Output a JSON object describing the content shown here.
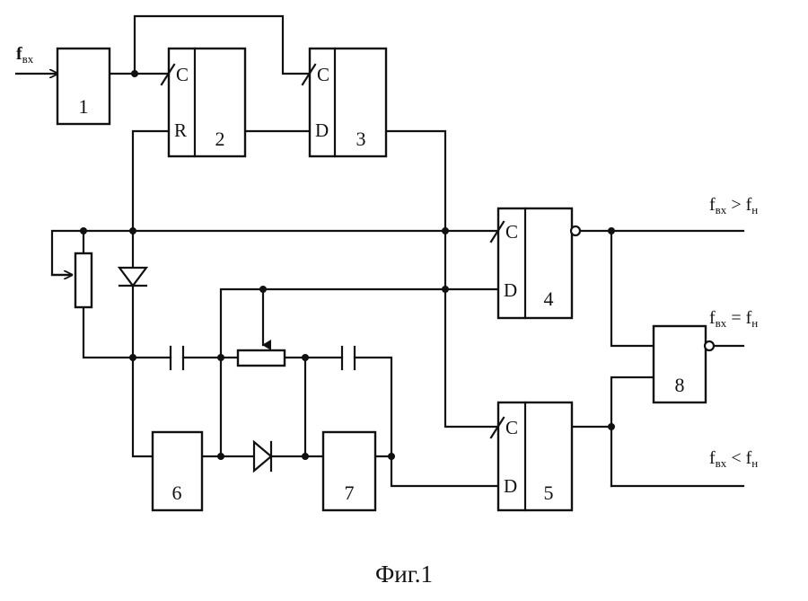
{
  "input": {
    "f": "f",
    "sub": "вх"
  },
  "outputs": [
    {
      "f1": "f",
      "sub1": "вх",
      "op": ">",
      "f2": "f",
      "sub2": "н"
    },
    {
      "f1": "f",
      "sub1": "вх",
      "op": "=",
      "f2": "f",
      "sub2": "н"
    },
    {
      "f1": "f",
      "sub1": "вх",
      "op": "<",
      "f2": "f",
      "sub2": "н"
    }
  ],
  "blocks": {
    "b1": {
      "num": "1"
    },
    "b2": {
      "num": "2",
      "pin1": "C",
      "pin2": "R"
    },
    "b3": {
      "num": "3",
      "pin1": "C",
      "pin2": "D"
    },
    "b4": {
      "num": "4",
      "pin1": "C",
      "pin2": "D"
    },
    "b5": {
      "num": "5",
      "pin1": "C",
      "pin2": "D"
    },
    "b6": {
      "num": "6"
    },
    "b7": {
      "num": "7"
    },
    "b8": {
      "num": "8"
    }
  },
  "caption": "Фиг.1"
}
